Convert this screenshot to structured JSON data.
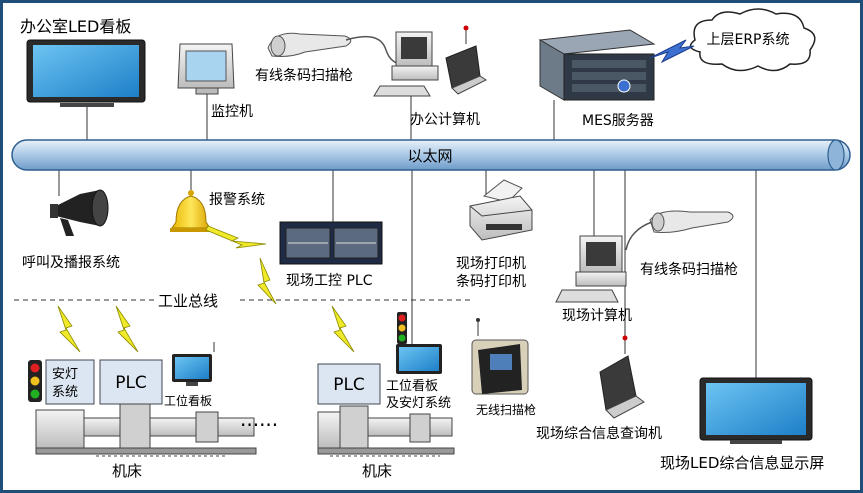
{
  "labels": {
    "office_led": "办公室LED看板",
    "monitor_pc": "监控机",
    "wired_scanner_top": "有线条码扫描枪",
    "office_pc": "办公计算机",
    "mes_server": "MES服务器",
    "erp": "上层ERP系统",
    "ethernet": "以太网",
    "alarm": "报警系统",
    "paging": "呼叫及播报系统",
    "field_plc": "现场工控 PLC",
    "printer_line1": "现场打印机",
    "printer_line2": "条码打印机",
    "field_pc": "现场计算机",
    "wired_scanner_right": "有线条码扫描枪",
    "fieldbus": "工业总线",
    "andon": "安灯\n系统",
    "plc": "PLC",
    "station_board": "工位看板",
    "station_board_andon_line1": "工位看板",
    "station_board_andon_line2": "及安灯系统",
    "wireless_scanner": "无线扫描枪",
    "info_query": "现场综合信息查询机",
    "field_led": "现场LED综合信息显示屏",
    "machine": "机床",
    "ellipsis": "······"
  },
  "colors": {
    "ethernet_fill": "#bcd6ee",
    "ethernet_stroke": "#2e5f8f",
    "screen_blue": "#3aa0e0",
    "lightning": "#f0e92a",
    "plc_fill": "#dce6f2",
    "frame": "#1f4e79"
  }
}
